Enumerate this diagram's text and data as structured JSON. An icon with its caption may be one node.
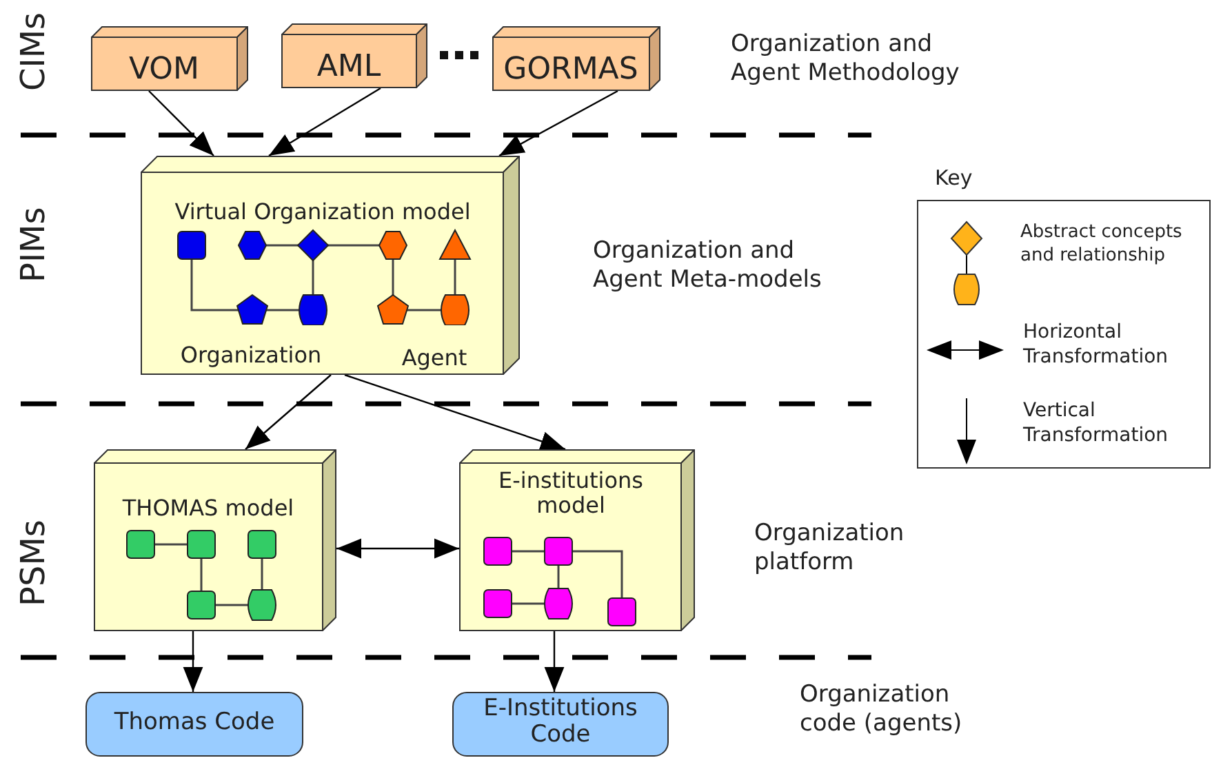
{
  "diagram": {
    "nodes": [
      {
        "text": [
          "VOM"
        ]
      },
      {
        "text": [
          "AML"
        ]
      },
      {
        "text": [
          "GORMAS"
        ]
      },
      {
        "text": [
          "Virtual Organization model",
          "Organization",
          "Agent"
        ]
      },
      {
        "text": [
          "THOMAS model"
        ]
      },
      {
        "text": [
          "E-institutions model"
        ]
      },
      {
        "text": [
          "Thomas Code"
        ]
      },
      {
        "text": [
          "E-Institutions Code"
        ]
      }
    ],
    "edges": [
      {
        "from": 0,
        "to": 3,
        "arrow": "to"
      },
      {
        "from": 1,
        "to": 3,
        "arrow": "to"
      },
      {
        "from": 2,
        "to": 3,
        "arrow": "to"
      },
      {
        "from": 3,
        "to": 4,
        "arrow": "to"
      },
      {
        "from": 3,
        "to": 5,
        "arrow": "to"
      },
      {
        "from": 4,
        "to": 5,
        "arrow": "both"
      },
      {
        "from": 4,
        "to": 6,
        "arrow": "to"
      },
      {
        "from": 5,
        "to": 7,
        "arrow": "to"
      }
    ],
    "labels": [
      "CIMs",
      "Organization and Agent Methodology",
      "PIMs",
      "Key",
      "Organization and Agent Meta-models",
      "PSMs",
      "Organization platform",
      "Organization code (agents)"
    ],
    "legend": [
      {
        "text": "Abstract concepts and relationship"
      },
      {
        "text": "Horizontal Transformation"
      },
      {
        "text": "Vertical Transformation"
      }
    ]
  }
}
